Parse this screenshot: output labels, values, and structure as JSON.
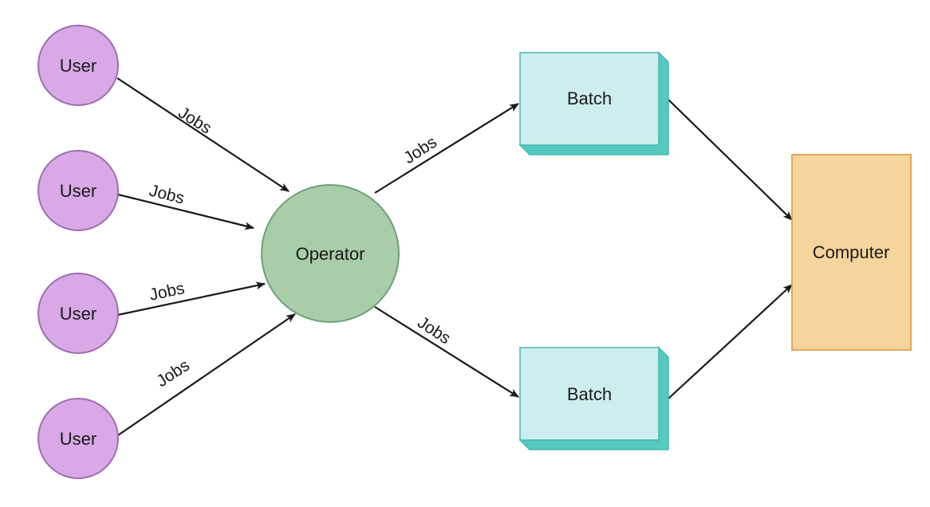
{
  "nodes": {
    "users": [
      {
        "label": "User"
      },
      {
        "label": "User"
      },
      {
        "label": "User"
      },
      {
        "label": "User"
      }
    ],
    "operator": {
      "label": "Operator"
    },
    "batches": [
      {
        "label": "Batch"
      },
      {
        "label": "Batch"
      }
    ],
    "computer": {
      "label": "Computer"
    }
  },
  "edges": {
    "user_to_operator": [
      {
        "label": "Jobs"
      },
      {
        "label": "Jobs"
      },
      {
        "label": "Jobs"
      },
      {
        "label": "Jobs"
      }
    ],
    "operator_to_batch": [
      {
        "label": "Jobs"
      },
      {
        "label": "Jobs"
      }
    ]
  },
  "colors": {
    "user_fill": "#d9a8e6",
    "user_stroke": "#9b6fb0",
    "operator_fill": "#a8cda8",
    "operator_stroke": "#6fa07a",
    "batch_fill": "#cdeeee",
    "batch_side": "#56c9c0",
    "batch_stroke": "#45b8b0",
    "computer_fill": "#f6d59c",
    "computer_stroke": "#e0a85a",
    "arrow": "#1a1a1a"
  }
}
